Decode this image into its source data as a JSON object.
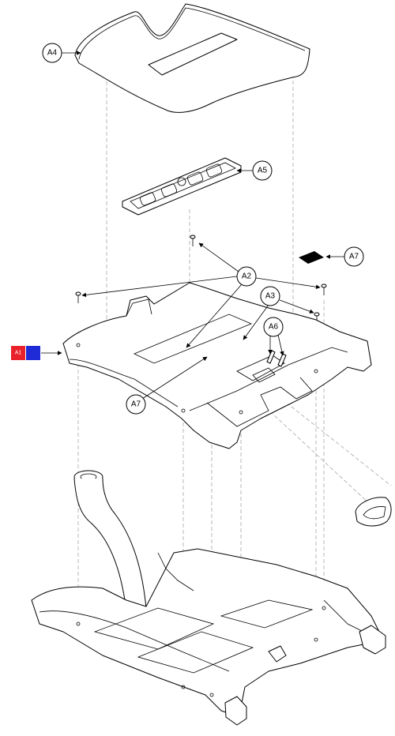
{
  "callouts": {
    "a4": "A4",
    "a5": "A5",
    "a2": "A2",
    "a7_top": "A7",
    "a3": "A3",
    "a6": "A6",
    "a7_bottom": "A7"
  },
  "badge": {
    "left_label": "A1",
    "left_color": "#e8212a",
    "right_color": "#1e2bd6"
  },
  "decal_color": "#000000"
}
